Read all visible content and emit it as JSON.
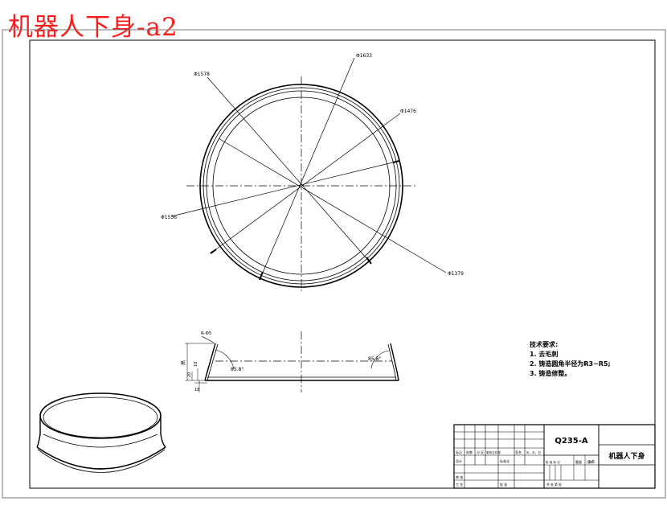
{
  "page_title": "机器人下身-a2",
  "top_view": {
    "dims": {
      "d1": "Φ1633",
      "d2": "Φ1578",
      "d3": "Φ1476",
      "d4": "Φ1536",
      "d5": "Φ1379"
    }
  },
  "section_view": {
    "chamfer": "R-Φ5",
    "angle_left": "85.8°",
    "angle_right": "85.8°",
    "height_label": "高",
    "inner_label": "10",
    "offset_label": "20",
    "bottom_label": "18"
  },
  "technical_requirements": {
    "title": "技术要求:",
    "items": [
      "1. 去毛刺",
      "2. 铸造圆角半径为R3~R5;",
      "3. 铸造修整。"
    ]
  },
  "title_block": {
    "material": "Q235-A",
    "part_name": "机器人下身",
    "scale": "1:5",
    "small_labels": {
      "mark": "标记",
      "count": "处数",
      "zone": "分 区",
      "doc": "更改文件号",
      "sign": "签名",
      "date": "年、月、日",
      "design": "设计",
      "standard": "标准化",
      "stage_mark": "阶 段 标 记",
      "weight": "重量",
      "ratio": "比例",
      "review": "审 核",
      "process": "工 艺",
      "approve": "批 准",
      "sheet": "共 张 第 张"
    }
  },
  "colors": {
    "title": "#ff1a1a",
    "line": "#000000",
    "outer_border": "#777777"
  }
}
